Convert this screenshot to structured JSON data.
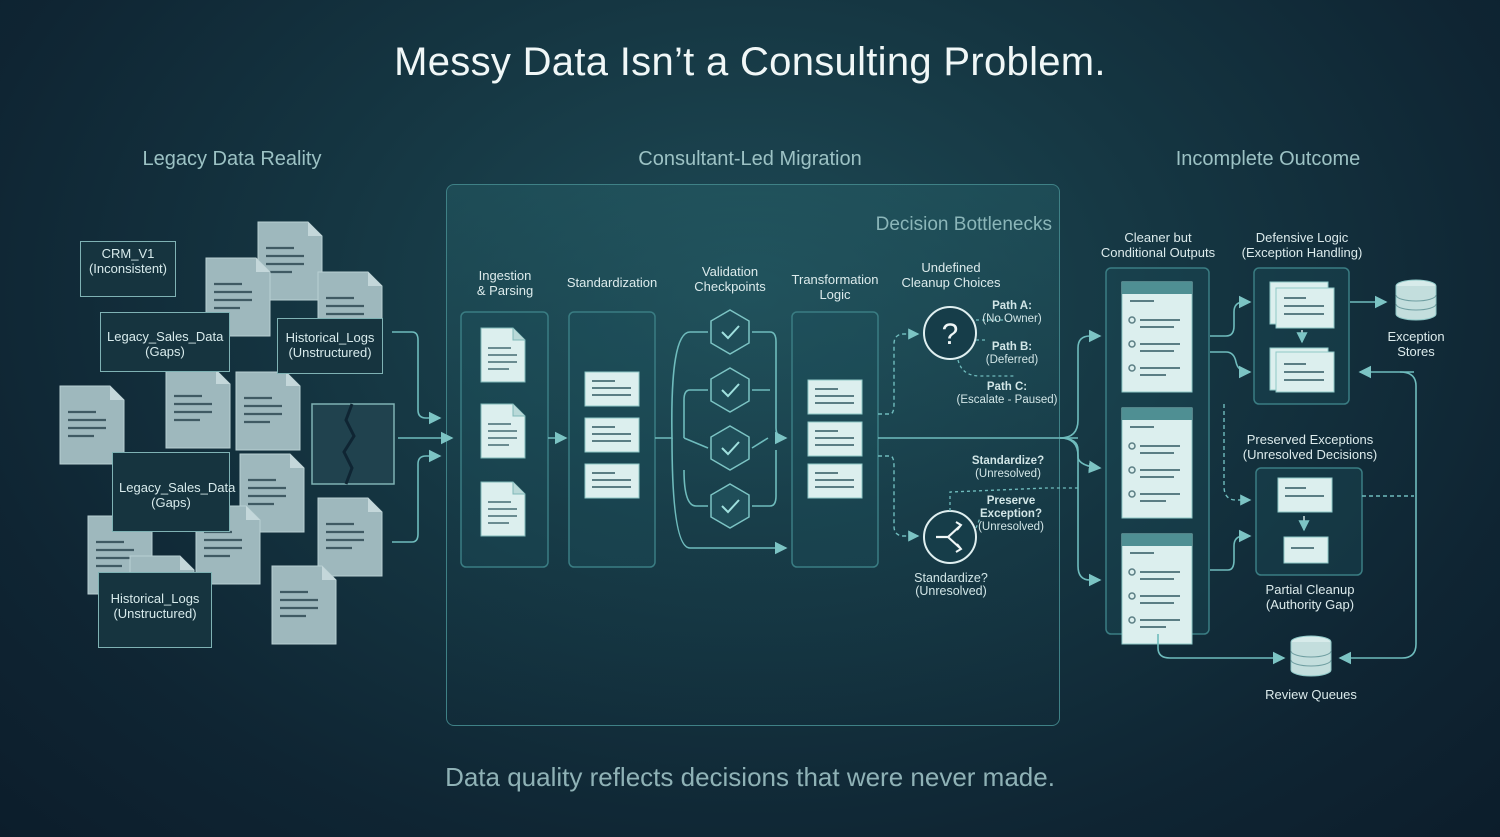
{
  "title": "Messy Data Isn’t a Consulting Problem.",
  "sections": {
    "legacy": "Legacy Data Reality",
    "migration": "Consultant-Led Migration",
    "outcome": "Incomplete Outcome"
  },
  "panel_title": "Decision Bottlenecks",
  "legacy_cards": [
    {
      "name": "CRM_V1",
      "sub": "(Inconsistent)"
    },
    {
      "name": "Legacy_Sales_Data",
      "sub": "(Gaps)"
    },
    {
      "name": "Historical_Logs",
      "sub": "(Unstructured)"
    },
    {
      "name": "Legacy_Sales_Data",
      "sub": "(Gaps)"
    },
    {
      "name": "Historical_Logs",
      "sub": "(Unstructured)"
    }
  ],
  "stages": {
    "ingestion": [
      "Ingestion",
      "& Parsing"
    ],
    "standardization": "Standardization",
    "validation": [
      "Validation",
      "Checkpoints"
    ],
    "transformation": [
      "Transformation",
      "Logic"
    ],
    "undefined": [
      "Undefined",
      "Cleanup Choices"
    ]
  },
  "paths": {
    "a": [
      "Path A:",
      "(No Owner)"
    ],
    "b": [
      "Path B:",
      "(Deferred)"
    ],
    "c": [
      "Path C:",
      "(Escalate - Paused)"
    ]
  },
  "branch": {
    "top": [
      "Standardize?",
      "(Unresolved)"
    ],
    "mid": [
      "Preserve",
      "Exception?",
      "(Unresolved)"
    ],
    "bottom": [
      "Standardize?",
      "(Unresolved)"
    ]
  },
  "outcome": {
    "cleaner": [
      "Cleaner but",
      "Conditional Outputs"
    ],
    "defensive": [
      "Defensive Logic",
      "(Exception Handling)"
    ],
    "exception_stores": [
      "Exception",
      "Stores"
    ],
    "preserved": [
      "Preserved Exceptions",
      "(Unresolved Decisions)"
    ],
    "partial": [
      "Partial Cleanup",
      "(Authority Gap)"
    ],
    "review": "Review Queues"
  },
  "tagline": "Data quality reflects decisions that were never made.",
  "colors": {
    "accent": "#5fb3b3",
    "line": "#6fbcbd",
    "card_fill": "#dcefee",
    "panel_border": "#3f8186"
  }
}
